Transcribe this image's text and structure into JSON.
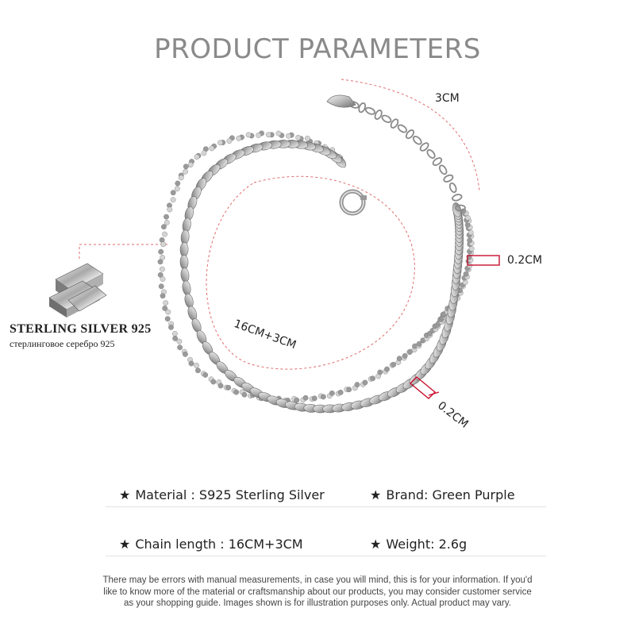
{
  "header": {
    "title": "PRODUCT PARAMETERS"
  },
  "dimensions": {
    "extender": "3CM",
    "width_right": "0.2CM",
    "width_lower": "0.2CM",
    "length": "16CM+3CM"
  },
  "material_badge": {
    "title": "STERLING SILVER 925",
    "subtitle": "стерлинговое серебро 925"
  },
  "specs": {
    "star": "★",
    "material": "Material : S925 Sterling Silver",
    "brand": "Brand: Green Purple",
    "chain_length": "Chain length : 16CM+3CM",
    "weight": "Weight: 2.6g"
  },
  "disclaimer": {
    "line1": "There may be errors with manual measurements, in case you will mind, this is for your information. If you'd",
    "line2": "like to know more of the material or craftsmanship about our products, you may consider customer service",
    "line3": "as your shopping guide. Images shown is for illustration purposes only. Actual product may vary."
  },
  "colors": {
    "title": "#8a8a8a",
    "guide_line": "#e06b6b",
    "marker": "#c8102e",
    "text": "#222222",
    "silver": "#b5b5b5"
  }
}
